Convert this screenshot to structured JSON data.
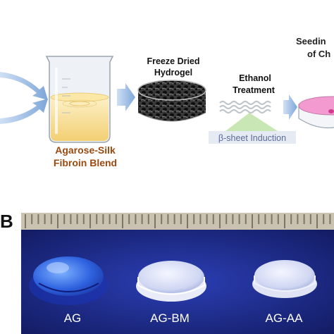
{
  "panel_b_label": "B",
  "blend_label": [
    "Agarose-Silk",
    "Fibroin Blend"
  ],
  "freeze_label": [
    "Freeze Dried",
    "Hydrogel"
  ],
  "ethanol_label": [
    "Ethanol",
    "Treatment"
  ],
  "beta_label": "β-sheet Induction",
  "seeding_label": [
    "Seedin",
    "of Ch"
  ],
  "samples": [
    "AG",
    "AG-BM",
    "AG-AA"
  ],
  "colors": {
    "arrow": "#8fb0dc",
    "blend_text": "#9a4a10",
    "gel_background": "#1f2f9a",
    "dish_medium": "#f39bd0"
  }
}
